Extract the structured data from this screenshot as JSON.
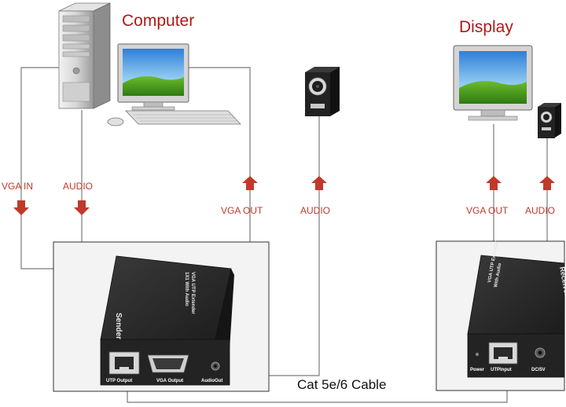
{
  "titles": {
    "computer": "Computer",
    "display": "Display"
  },
  "signals": {
    "vga_in": "VGA IN",
    "audio_in": "AUDIO",
    "vga_out": "VGA OUT",
    "audio_out": "AUDIO",
    "rx_vga_out": "VGA OUT",
    "rx_audio": "AUDIO"
  },
  "sender": {
    "name": "Sender",
    "product_line1": "VGA UTP Extender",
    "product_line2": "1X1 With Audio",
    "ports": {
      "utp": "UTP Output",
      "vga": "VGA Output",
      "audio": "AudioOut"
    }
  },
  "receiver": {
    "name": "Receiver",
    "product_line1": "VGA UTP Extender",
    "product_line2": "With Audio",
    "ports": {
      "power": "Power",
      "utp": "UTPInput",
      "dc": "DC/5V"
    }
  },
  "cable": "Cat 5e/6 Cable",
  "colors": {
    "arrow": "#c0392b",
    "title": "#b01818",
    "device": "#262626"
  }
}
